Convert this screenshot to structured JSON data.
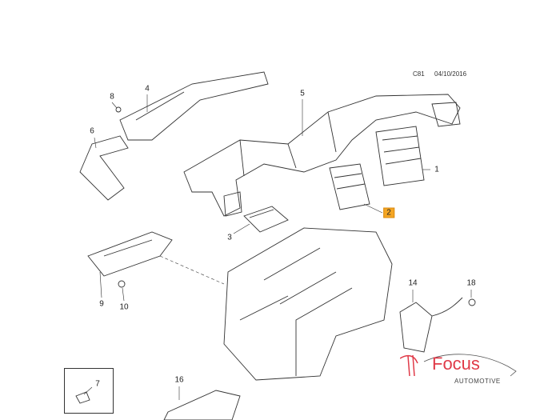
{
  "header": {
    "code": "C81",
    "date": "04/10/2016"
  },
  "callouts": [
    {
      "id": "1",
      "text": "1"
    },
    {
      "id": "2",
      "text": "2",
      "highlighted": true
    },
    {
      "id": "3",
      "text": "3"
    },
    {
      "id": "4",
      "text": "4"
    },
    {
      "id": "5",
      "text": "5"
    },
    {
      "id": "6",
      "text": "6"
    },
    {
      "id": "7",
      "text": "7"
    },
    {
      "id": "8",
      "text": "8"
    },
    {
      "id": "9",
      "text": "9"
    },
    {
      "id": "10",
      "text": "10"
    },
    {
      "id": "14",
      "text": "14"
    },
    {
      "id": "16",
      "text": "16"
    },
    {
      "id": "18",
      "text": "18"
    }
  ],
  "watermark": {
    "brand": "Focus",
    "subtitle": "AUTOMOTIVE",
    "brand_color": "#e03a48"
  },
  "colors": {
    "highlight": "#f5a623",
    "line": "#333333"
  }
}
